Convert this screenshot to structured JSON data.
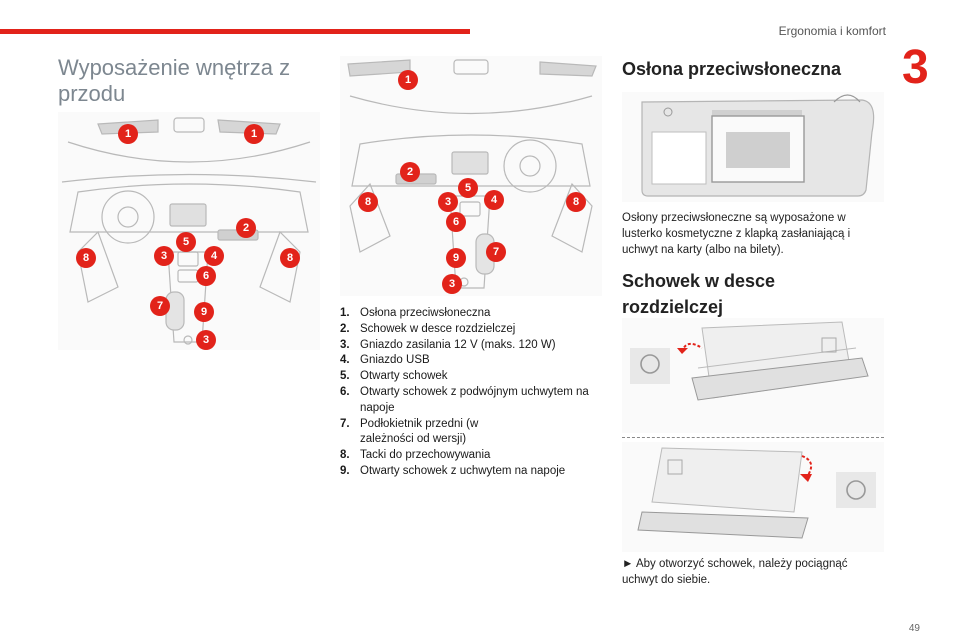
{
  "header": {
    "chapter_title": "Ergonomia i komfort",
    "chapter_number": "3",
    "page_number": "49"
  },
  "colors": {
    "accent": "#e2231a",
    "title_gray": "#7d8790"
  },
  "left": {
    "title": "Wyposażenie wnętrza z przodu"
  },
  "callouts_left": [
    "1",
    "1",
    "2",
    "3",
    "4",
    "5",
    "6",
    "7",
    "8",
    "8",
    "9",
    "3"
  ],
  "callouts_mid": [
    "1",
    "2",
    "3",
    "4",
    "5",
    "6",
    "7",
    "8",
    "8",
    "9",
    "3"
  ],
  "legend": [
    {
      "num": "1.",
      "text": "Osłona przeciwsłoneczna"
    },
    {
      "num": "2.",
      "text": "Schowek w desce rozdzielczej"
    },
    {
      "num": "3.",
      "text": "Gniazdo zasilania 12 V (maks. 120 W)"
    },
    {
      "num": "4.",
      "text": "Gniazdo USB"
    },
    {
      "num": "5.",
      "text": "Otwarty schowek"
    },
    {
      "num": "6.",
      "text": "Otwarty schowek z podwójnym uchwytem na napoje"
    },
    {
      "num": "7.",
      "text": "Podłokietnik przedni (w zależności od wersji)"
    },
    {
      "num": "8.",
      "text": "Tacki do przechowywania"
    },
    {
      "num": "9.",
      "text": "Otwarty schowek z uchwytem na napoje"
    }
  ],
  "right": {
    "sunvisor_title": "Osłona przeciwsłoneczna",
    "sunvisor_text": "Osłony przeciwsłoneczne są wyposażone w lusterko kosmetyczne z klapką zasłaniającą i uchwyt na karty (albo na bilety).",
    "glovebox_title": "Schowek w desce rozdzielczej",
    "glovebox_text": "► Aby otworzyć schowek, należy pociągnąć uchwyt do siebie."
  }
}
